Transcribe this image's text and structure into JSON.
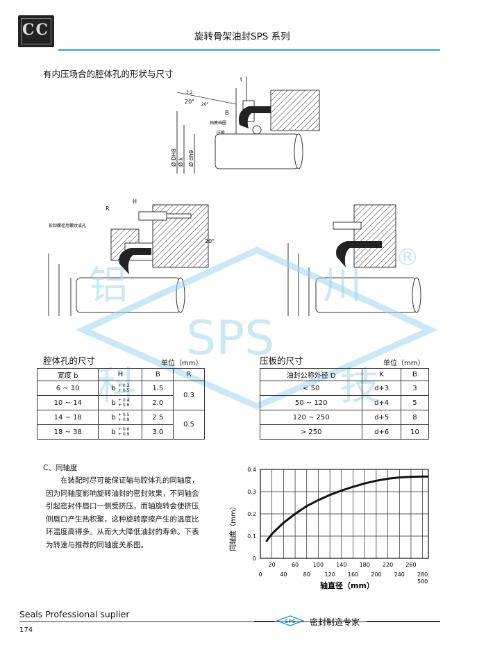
{
  "header": {
    "logo_text": "CC",
    "title": "旋转骨架油封SPS 系列"
  },
  "section1": {
    "title": "有内压场合的腔体孔的形状与尺寸",
    "diagram_labels": {
      "t": "t",
      "angle20": "20°",
      "angle20b": "20°",
      "B": "B",
      "spring_ring": "挡簧档圈",
      "press_plate": "压板",
      "dh8": "Ø DH8",
      "k": "Ø k",
      "dh9": "Ø dh9",
      "R": "R",
      "H": "H",
      "screw_hole": "拆卸螺栓用螺纹或孔",
      "rough32": "3.2"
    }
  },
  "watermark": {
    "chars": [
      "铝",
      "川",
      "科",
      "技"
    ],
    "registered": "®",
    "sps": "SPS"
  },
  "cavity_table": {
    "title": "腔体孔的尺寸",
    "unit": "单位（mm）",
    "headers": [
      "宽度 b",
      "H",
      "B",
      "R"
    ],
    "rows": [
      {
        "b": "6 ~ 10",
        "h_base": "b",
        "h_up": "+ 0.3",
        "h_lo": "+ 0.5",
        "B": "1.5",
        "R": "0.3"
      },
      {
        "b": "10 ~ 14",
        "h_base": "b",
        "h_up": "+ 0.4",
        "h_lo": "+ 0.6",
        "B": "2.0",
        "R": ""
      },
      {
        "b": "14 ~ 18",
        "h_base": "b",
        "h_up": "+ 0.5",
        "h_lo": "+ 0.8",
        "B": "2.5",
        "R": "0.5"
      },
      {
        "b": "18 ~ 38",
        "h_base": "b",
        "h_up": "+ 0.6",
        "h_lo": "+ 0.9",
        "B": "3.0",
        "R": ""
      }
    ]
  },
  "plate_table": {
    "title": "压板的尺寸",
    "unit": "单位（mm）",
    "headers": [
      "油封公称外径 D",
      "K",
      "B"
    ],
    "rows": [
      {
        "D": "< 50",
        "K": "d+3",
        "B": "3"
      },
      {
        "D": "50 ~ 120",
        "K": "d+4",
        "B": "5"
      },
      {
        "D": "120 ~ 250",
        "K": "d+5",
        "B": "8"
      },
      {
        "D": "> 250",
        "K": "d+6",
        "B": "10"
      }
    ]
  },
  "coaxiality": {
    "title": "C、同轴度",
    "paragraph": "在装配时尽可能保证轴与腔体孔的同轴度，因为同轴度影响旋转油封的密封效果，不同轴会引起密封件唇口一侧受挤压，而轴旋转会使挤压侧唇口产生热积聚，这种旋转摩擦产生的温度比环温度高得多。从而大大降低油封的寿命。下表为转速与推荐的同轴度关系图。"
  },
  "chart_data": {
    "type": "line",
    "ylabel": "同轴度（mm）",
    "xlabel": "轴直径（mm）",
    "yticks": [
      "0",
      "0.1",
      "0.2",
      "0.3",
      "0.4"
    ],
    "ylim": [
      0,
      0.4
    ],
    "xticks_top": [
      "20",
      "60",
      "100",
      "140",
      "180",
      "220",
      "260"
    ],
    "xticks_bottom": [
      "0",
      "40",
      "80",
      "120",
      "160",
      "200",
      "240",
      "280"
    ],
    "xtick_extra": "500",
    "xlim": [
      0,
      290
    ],
    "grid": true,
    "series": [
      {
        "x": [
          10,
          20,
          40,
          60,
          80,
          100,
          120,
          140,
          160,
          180,
          200,
          220,
          240,
          260,
          280,
          290
        ],
        "y": [
          0.075,
          0.11,
          0.16,
          0.2,
          0.235,
          0.262,
          0.285,
          0.305,
          0.322,
          0.337,
          0.349,
          0.358,
          0.364,
          0.367,
          0.368,
          0.368
        ]
      }
    ]
  },
  "footer": {
    "left_text": "Seals Professional suplier",
    "page_number": "174",
    "logo_text": "SPS",
    "slogan": "密封制造专家"
  }
}
